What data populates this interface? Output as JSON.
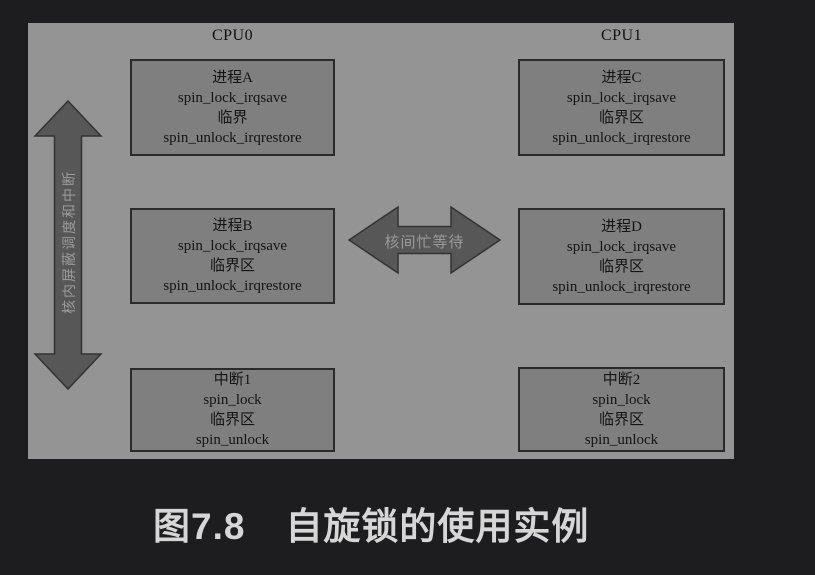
{
  "figure": {
    "cpu0_label": "CPU0",
    "cpu1_label": "CPU1",
    "vertical_arrow_label": "核内屏蔽调度和中断",
    "horizontal_arrow_label": "核间忙等待",
    "boxes": [
      {
        "id": "process-a",
        "lines": [
          "进程A",
          "spin_lock_irqsave",
          "临界",
          "spin_unlock_irqrestore"
        ]
      },
      {
        "id": "process-b",
        "lines": [
          "进程B",
          "spin_lock_irqsave",
          "临界区",
          "spin_unlock_irqrestore"
        ]
      },
      {
        "id": "interrupt-1",
        "lines": [
          "中断1",
          "spin_lock",
          "临界区",
          "spin_unlock"
        ]
      },
      {
        "id": "process-c",
        "lines": [
          "进程C",
          "spin_lock_irqsave",
          "临界区",
          "spin_unlock_irqrestore"
        ]
      },
      {
        "id": "process-d",
        "lines": [
          "进程D",
          "spin_lock_irqsave",
          "临界区",
          "spin_unlock_irqrestore"
        ]
      },
      {
        "id": "interrupt-2",
        "lines": [
          "中断2",
          "spin_lock",
          "临界区",
          "spin_unlock"
        ]
      }
    ],
    "caption": {
      "number": "图7.8",
      "title": "自旋锁的使用实例"
    },
    "colors": {
      "outer_background": "#1d1d1f",
      "panel_background": "#949494",
      "box_fill": "#7f7f7f",
      "box_border": "#2a2a2a",
      "arrow_fill": "#575757",
      "arrow_border": "#333333",
      "arrow_text": "#9a9a9a",
      "box_text": "#141414",
      "caption_text": "#d6d6d6"
    }
  }
}
